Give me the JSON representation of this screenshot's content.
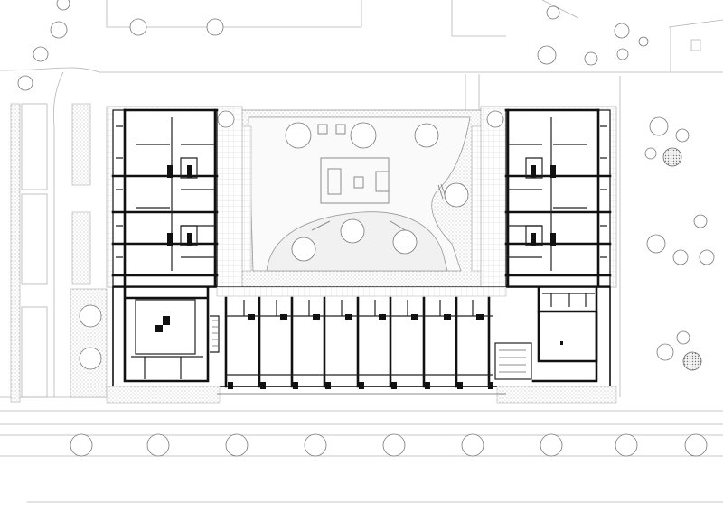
{
  "drawing": {
    "type": "architectural floor plan",
    "colors": {
      "background": "#ffffff",
      "walls": "#111111",
      "site_lines": "#b5b5b5",
      "paving": "#dcdcdc"
    },
    "counts": {
      "terrace_units_south": 9,
      "apartment_floors_per_wing_shown": 4,
      "courtyard_trees": 7,
      "street_trees": 9
    }
  }
}
